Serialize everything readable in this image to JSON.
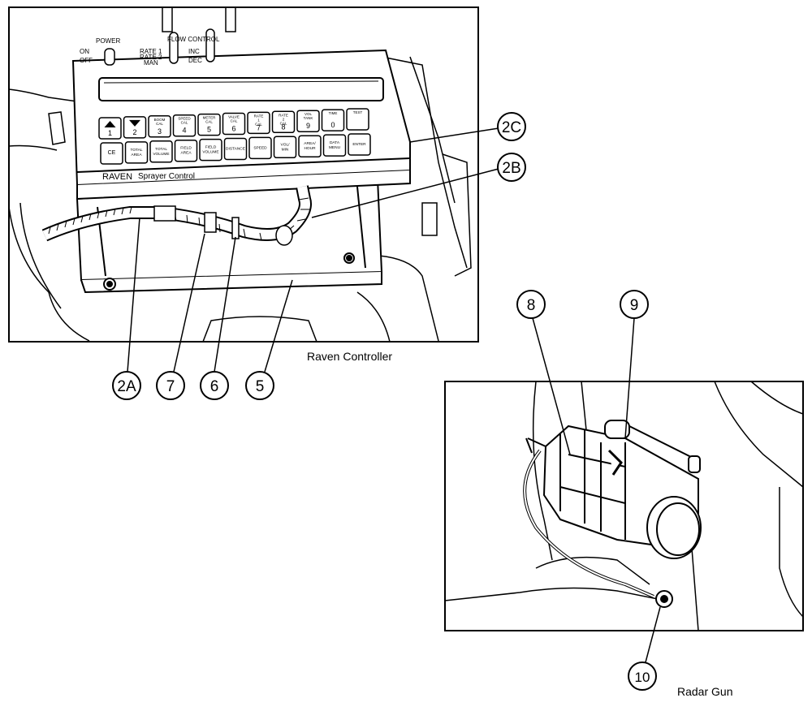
{
  "controller_panel": {
    "caption": "Raven Controller",
    "switch_power": {
      "title": "POWER",
      "on": "ON",
      "off": "OFF"
    },
    "switch_rate": {
      "rate1": "RATE 1",
      "rate2": "RATE 2",
      "man": "MAN"
    },
    "switch_flow": {
      "title": "FLOW CONTROL",
      "inc": "INC",
      "dec": "DEC"
    },
    "brand": "RAVEN",
    "brand_sub": "Sprayer Control",
    "keys_row1": [
      {
        "top": "",
        "num": "1",
        "arrow": "up"
      },
      {
        "top": "",
        "num": "2",
        "arrow": "down"
      },
      {
        "top": "BOOM CAL",
        "num": "3"
      },
      {
        "top": "SPEED CAL",
        "num": "4"
      },
      {
        "top": "METER CAL",
        "num": "5"
      },
      {
        "top": "VALVE CAL",
        "num": "6"
      },
      {
        "top": "RATE 1 CAL",
        "num": "7"
      },
      {
        "top": "RATE 2 CAL",
        "num": "8"
      },
      {
        "top": "VOL TANK",
        "num": "9"
      },
      {
        "top": "TIME",
        "num": "0"
      },
      {
        "top": "TEST",
        "num": ""
      }
    ],
    "keys_row2": [
      "CE",
      "TOTAL AREA",
      "TOTAL VOLUME",
      "FIELD AREA",
      "FIELD VOLUME",
      "DISTANCE",
      "SPEED",
      "VOL/ MIN",
      "AREA/ HOUR",
      "DATA MENU",
      "ENTER"
    ]
  },
  "radar_panel": {
    "caption": "Radar Gun"
  },
  "callouts": [
    "2C",
    "2B",
    "2A",
    "7",
    "6",
    "5",
    "8",
    "9",
    "10"
  ]
}
